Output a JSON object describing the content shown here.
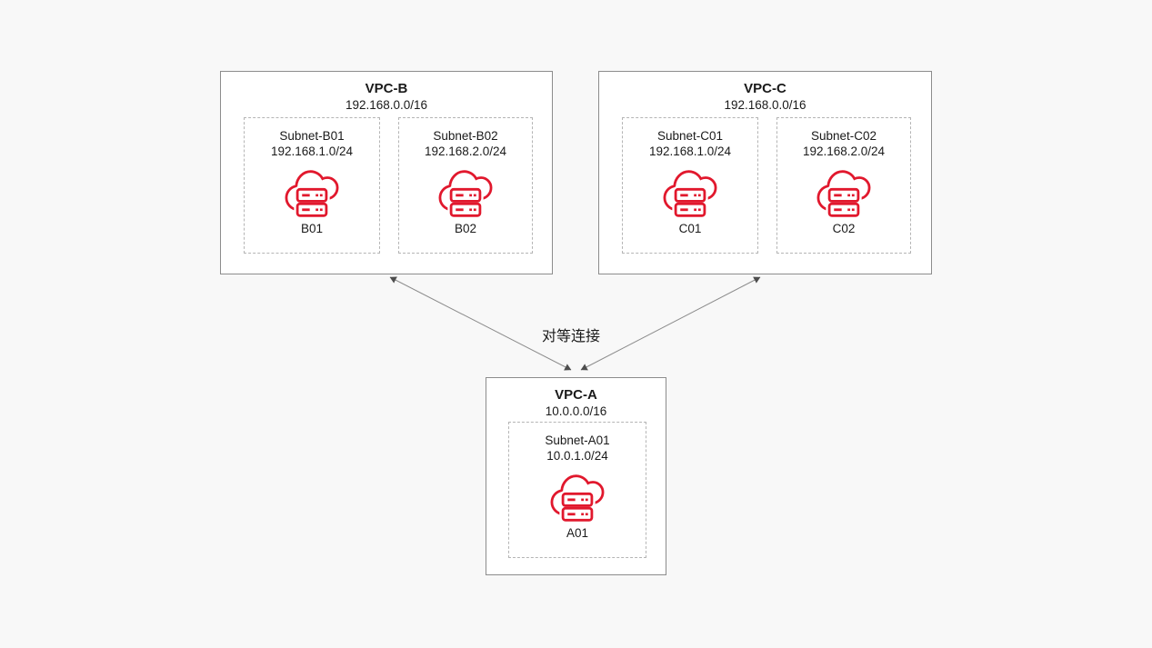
{
  "diagram": {
    "connection_label": "对等连接",
    "colors": {
      "canvas_background": "#f8f8f8",
      "icon_red": "#e1182d",
      "box_border": "#8c8c8c",
      "subnet_border": "#b5b5b5",
      "arrow_line": "#8c8c8c",
      "arrow_head": "#4d4d4d"
    },
    "vpcs": [
      {
        "title": "VPC-B",
        "cidr": "192.168.0.0/16",
        "subnets": [
          {
            "name": "Subnet-B01",
            "cidr": "192.168.1.0/24",
            "server_label": "B01"
          },
          {
            "name": "Subnet-B02",
            "cidr": "192.168.2.0/24",
            "server_label": "B02"
          }
        ]
      },
      {
        "title": "VPC-C",
        "cidr": "192.168.0.0/16",
        "subnets": [
          {
            "name": "Subnet-C01",
            "cidr": "192.168.1.0/24",
            "server_label": "C01"
          },
          {
            "name": "Subnet-C02",
            "cidr": "192.168.2.0/24",
            "server_label": "C02"
          }
        ]
      },
      {
        "title": "VPC-A",
        "cidr": "10.0.0.0/16",
        "subnets": [
          {
            "name": "Subnet-A01",
            "cidr": "10.0.1.0/24",
            "server_label": "A01"
          }
        ]
      }
    ]
  }
}
